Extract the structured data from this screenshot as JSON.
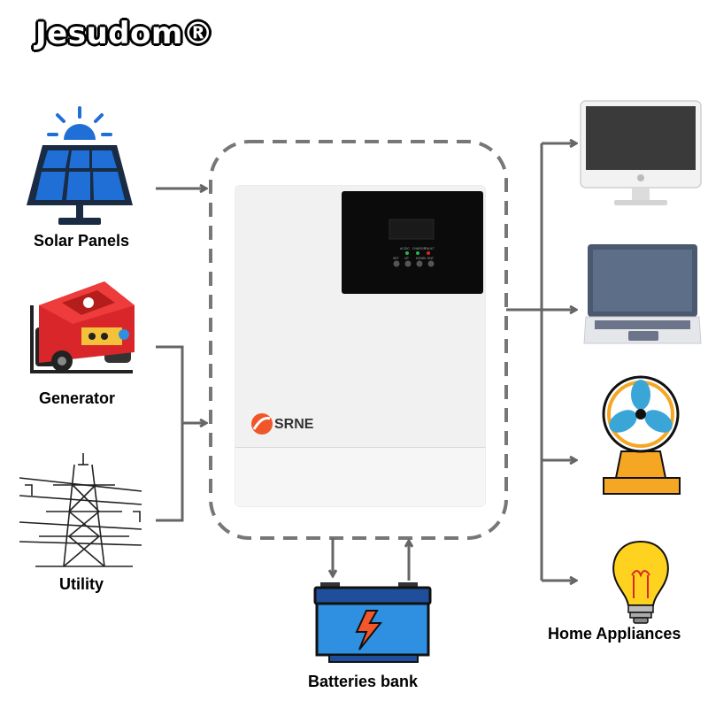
{
  "brand": "Jesudom®",
  "inputs": {
    "solar": "Solar Panels",
    "generator": "Generator",
    "utility": "Utility"
  },
  "inverter": {
    "logo_text": "SRNE",
    "display_labels": [
      "AC/DC",
      "CHARGE",
      "FAULT"
    ],
    "button_labels": [
      "SET",
      "UP",
      "DOWN",
      "ENT"
    ]
  },
  "storage": {
    "battery": "Batteries bank"
  },
  "outputs": {
    "loads": "Home Appliances"
  },
  "colors": {
    "arrow": "#666666",
    "dashed_box": "#777777",
    "solar_blue": "#1f6fd6",
    "generator_red": "#d9262a",
    "battery_blue": "#2f8fe0",
    "fan_orange": "#f5a623",
    "bulb_yellow": "#ffd21f",
    "srne_orange": "#f0562a"
  },
  "icons": [
    "solar-panel-icon",
    "generator-icon",
    "power-tower-icon",
    "inverter-icon",
    "battery-icon",
    "monitor-icon",
    "laptop-icon",
    "fan-icon",
    "light-bulb-icon"
  ]
}
